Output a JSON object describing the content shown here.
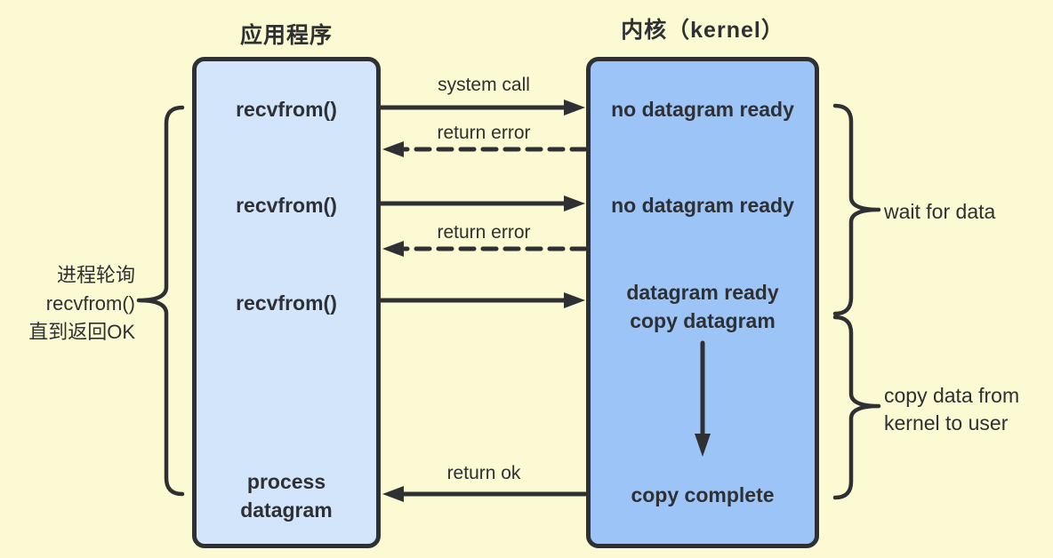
{
  "colors": {
    "background": "#FBFAD2",
    "app_fill": "#D3E5FA",
    "kernel_fill": "#9CC4F6",
    "line": "#2E3033"
  },
  "app": {
    "title": "应用程序",
    "calls": [
      "recvfrom()",
      "recvfrom()",
      "recvfrom()"
    ],
    "process": [
      "process",
      "datagram"
    ]
  },
  "kernel": {
    "title": "内核（kernel）",
    "states": [
      "no datagram ready",
      "no datagram ready",
      "datagram ready",
      "copy datagram",
      "copy complete"
    ]
  },
  "arrow_labels": {
    "system_call": "system call",
    "return_error_1": "return error",
    "return_error_2": "return error",
    "return_ok": "return ok"
  },
  "annotations": {
    "left_note": [
      "进程轮询",
      "recvfrom()",
      "直到返回OK"
    ],
    "wait_for_data": "wait for data",
    "copy_note": [
      "copy data from",
      "kernel to user"
    ]
  }
}
